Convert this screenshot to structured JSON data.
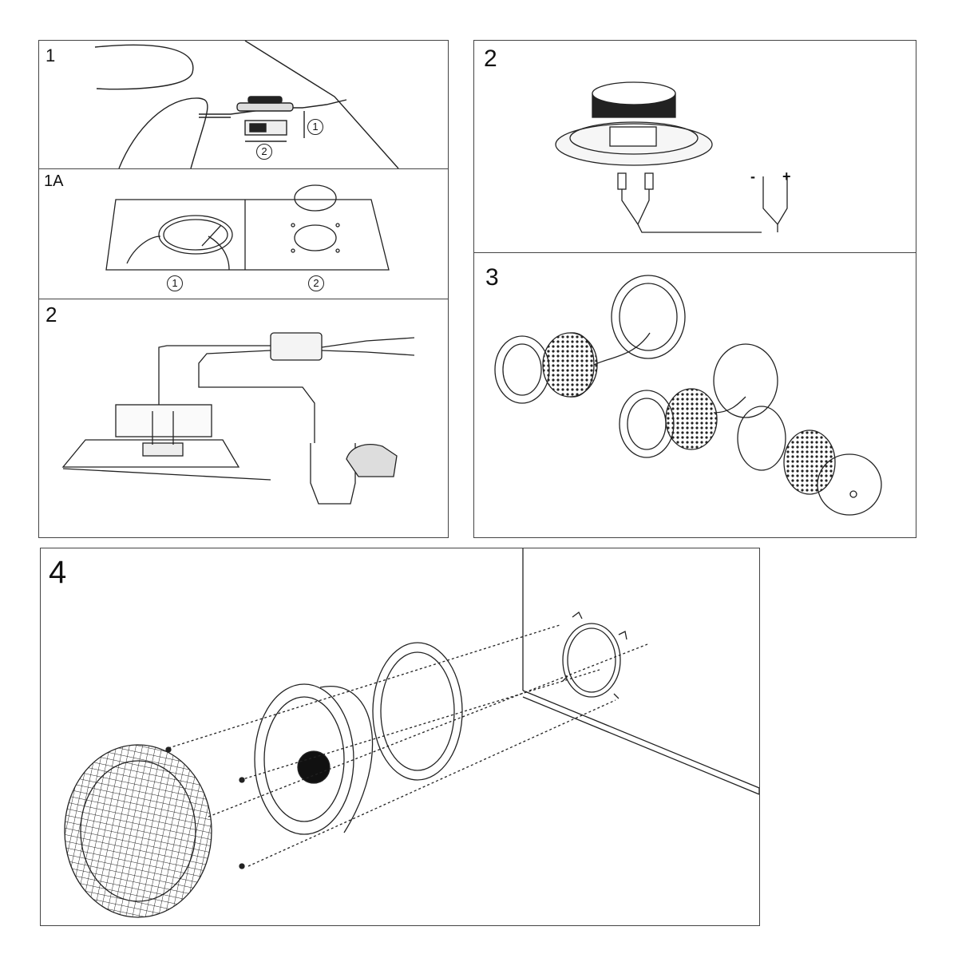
{
  "panels": {
    "p1": {
      "label": "1",
      "callouts": [
        "1",
        "2"
      ]
    },
    "p1a": {
      "label": "1A",
      "callouts": [
        "1",
        "2"
      ]
    },
    "p2left": {
      "label": "2"
    },
    "p2right": {
      "label": "2",
      "polarity": {
        "neg": "-",
        "pos": "+"
      }
    },
    "p3": {
      "label": "3"
    },
    "p4": {
      "label": "4"
    }
  },
  "icons": [
    "screw-icon",
    "speaker-icon",
    "tweeter-icon",
    "crossover-icon",
    "grille-icon",
    "hand-icon"
  ],
  "colors": {
    "line": "#222222",
    "paper": "#ffffff",
    "dark": "#111111"
  }
}
